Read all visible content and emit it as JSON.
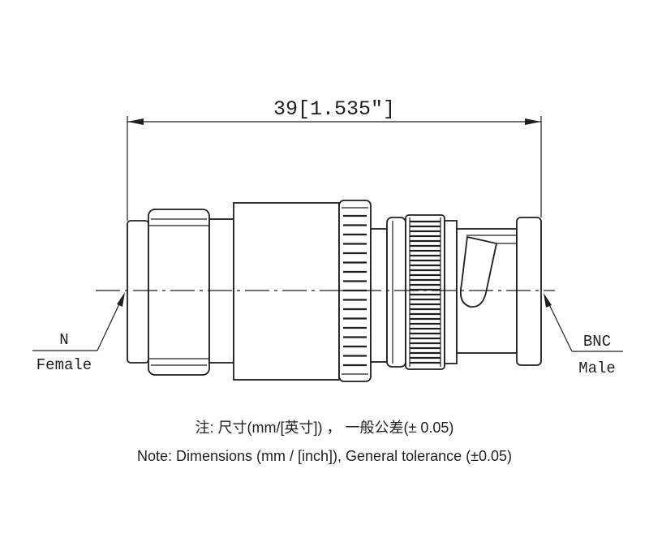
{
  "dimension": {
    "label": "39[1.535″]"
  },
  "labels": {
    "left": {
      "line1": "N",
      "line2": "Female"
    },
    "right": {
      "line1": "BNC",
      "line2": "Male"
    }
  },
  "notes": {
    "chinese": "注: 尺寸(mm/[英寸]) ， 一般公差(± 0.05)",
    "english": "Note: Dimensions (mm / [inch]), General tolerance (±0.05)"
  },
  "colors": {
    "line": "#1f1f1f",
    "background": "#ffffff"
  }
}
